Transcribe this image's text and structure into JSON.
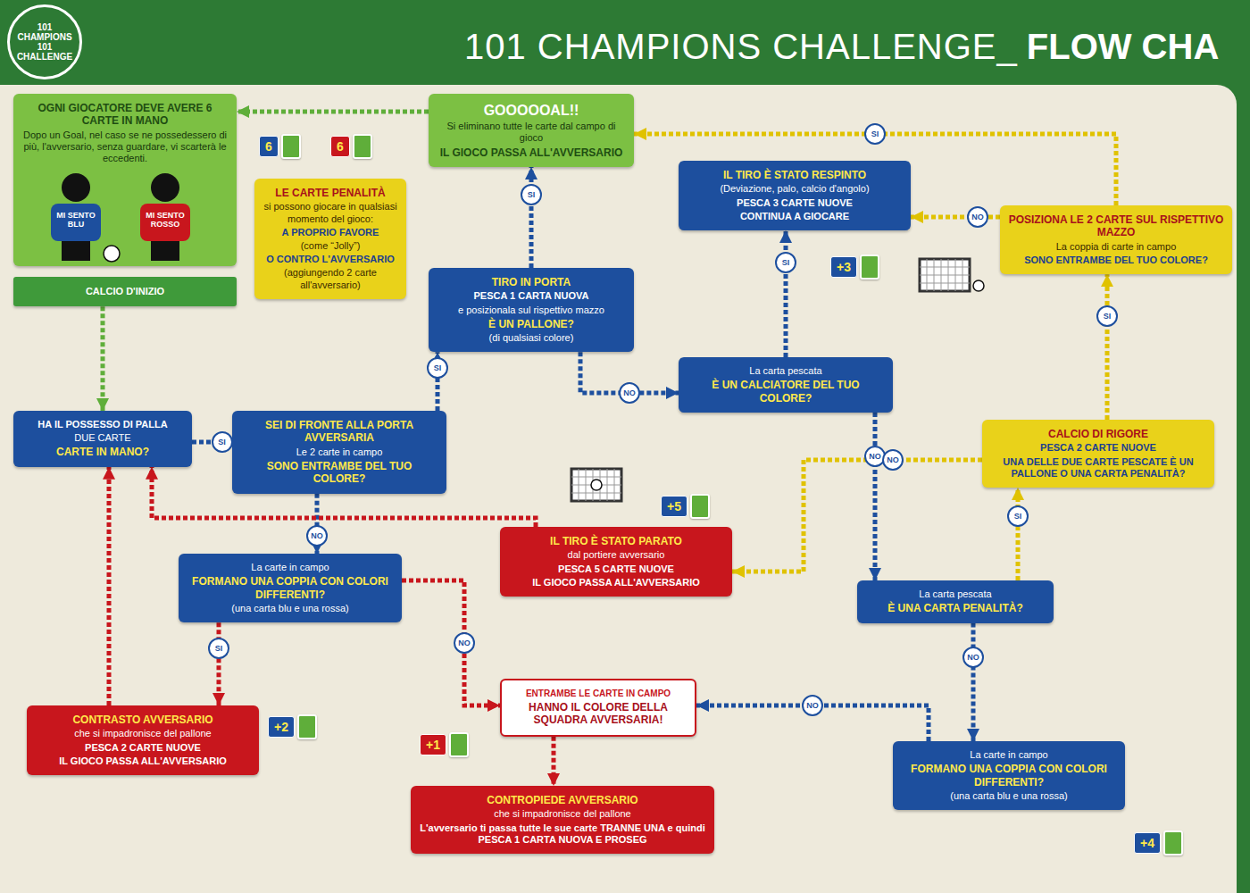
{
  "diagram": {
    "title": "101 CHAMPIONS CHALLENGE_",
    "nodes": [
      {
        "text": [
          "OGNI GIOCATORE DEVE AVERE 6 CARTE IN MANO",
          "Dopo un Goal, nel caso se ne possedessero di più, l'avversario, senza guardare, vi scarterà le eccedenti."
        ]
      },
      {
        "text": [
          "CALCIO D'INIZIO"
        ]
      },
      {
        "text": [
          "LE CARTE PENALITÀ",
          "si possono giocare in qualsiasi momento del gioco:",
          "A PROPRIO FAVORE",
          "(come “Jolly”)",
          "O CONTRO L'AVVERSARIO",
          "(aggiungendo 2 carte all'avversario)"
        ]
      },
      {
        "text": [
          "GOOOOOAL!!",
          "Si eliminano tutte le carte dal campo di gioco",
          "IL GIOCO PASSA ALL'AVVERSARIO"
        ]
      },
      {
        "text": [
          "HA IL POSSESSO DI PALLA",
          "DUE CARTE",
          "CARTE IN MANO?"
        ]
      },
      {
        "text": [
          "TIRO IN PORTA",
          "PESCA 1 CARTA NUOVA",
          "e posizionala sul rispettivo mazzo",
          "È UN PALLONE?",
          "(di qualsiasi colore)"
        ]
      },
      {
        "text": [
          "SEI DI FRONTE ALLA PORTA AVVERSARIA",
          "Le 2 carte in campo",
          "SONO ENTRAMBE DEL TUO COLORE?"
        ]
      },
      {
        "text": [
          "La carte in campo",
          "FORMANO UNA COPPIA CON COLORI DIFFERENTI?",
          "(una carta blu e una rossa)"
        ]
      },
      {
        "text": [
          "CONTRASTO AVVERSARIO",
          "che si impadronisce del pallone",
          "PESCA 2 CARTE NUOVE",
          "IL GIOCO PASSA ALL'AVVERSARIO"
        ]
      },
      {
        "text": [
          "IL TIRO È STATO RESPINTO",
          "(Deviazione, palo, calcio d'angolo)",
          "PESCA 3 CARTE NUOVE",
          "CONTINUA A GIOCARE"
        ]
      },
      {
        "text": [
          "POSIZIONA LE 2 CARTE SUL RISPETTIVO MAZZO",
          "La coppia di carte in campo",
          "SONO ENTRAMBE DEL TUO COLORE?"
        ]
      },
      {
        "text": [
          "La carta pescata",
          "È UN CALCIATORE DEL TUO COLORE?"
        ]
      },
      {
        "text": [
          "CALCIO DI RIGORE",
          "PESCA 2 CARTE NUOVE",
          "UNA DELLE DUE CARTE PESCATE È UN PALLONE O UNA CARTA PENALITÀ?"
        ]
      },
      {
        "text": [
          "IL TIRO È STATO PARATO",
          "dal portiere avversario",
          "PESCA 5 CARTE NUOVE",
          "IL GIOCO PASSA ALL'AVVERSARIO"
        ]
      },
      {
        "text": [
          "La carta pescata",
          "È UNA CARTA PENALITÀ?"
        ]
      },
      {
        "text": [
          "ENTRAMBE LE CARTE IN CAMPO",
          "HANNO IL COLORE DELLA SQUADRA AVVERSARIA!"
        ]
      },
      {
        "text": [
          "La carte in campo",
          "FORMANO UNA COPPIA CON COLORI DIFFERENTI?",
          "(una carta blu e una rossa)"
        ]
      },
      {
        "text": [
          "CONTROPIEDE AVVERSARIO",
          "che si impadronisce del pallone",
          "L'avversario ti passa tutte le sue carte TRANNE UNA e quindi PESCA 1 CARTA NUOVA E PROSEG"
        ]
      }
    ],
    "edges": [
      {
        "from": 1,
        "to": 4,
        "arrow": "to"
      },
      {
        "from": 3,
        "to": 0,
        "arrow": "to"
      },
      {
        "from": 4,
        "to": 6,
        "label": "SI",
        "arrow": "to"
      },
      {
        "from": 6,
        "to": 5,
        "label": "SI",
        "arrow": "to"
      },
      {
        "from": 6,
        "to": 7,
        "label": "NO",
        "arrow": "to"
      },
      {
        "from": 5,
        "to": 3,
        "label": "SI",
        "arrow": "to"
      },
      {
        "from": 5,
        "to": 11,
        "label": "NO",
        "arrow": "to"
      },
      {
        "from": 7,
        "to": 8,
        "label": "SI",
        "arrow": "to"
      },
      {
        "from": 8,
        "to": 4,
        "arrow": "to"
      },
      {
        "from": 11,
        "to": 9,
        "label": "SI",
        "arrow": "to"
      },
      {
        "from": 11,
        "to": 14,
        "label": "NO",
        "arrow": "to"
      },
      {
        "from": 14,
        "to": 12,
        "label": "SI",
        "arrow": "to"
      },
      {
        "from": 14,
        "to": 16,
        "label": "NO",
        "arrow": "to"
      },
      {
        "from": 12,
        "to": 10,
        "label": "SI",
        "arrow": "to"
      },
      {
        "from": 10,
        "to": 3,
        "label": "SI",
        "arrow": "to"
      },
      {
        "from": 10,
        "to": 9,
        "label": "NO",
        "arrow": "to"
      },
      {
        "from": 12,
        "to": 13,
        "label": "NO",
        "arrow": "to"
      },
      {
        "from": 13,
        "to": 4,
        "arrow": "to"
      },
      {
        "from": 16,
        "to": 15,
        "label": "NO",
        "arrow": "to"
      },
      {
        "from": 15,
        "to": 17,
        "arrow": "to"
      },
      {
        "from": 7,
        "to": 15,
        "label": "NO",
        "arrow": "to"
      }
    ],
    "labels": [
      "101 CHAMPIONS 101 CHALLENGE",
      "FLOW CHA",
      "MI SENTO BLU",
      "MI SENTO ROSSO",
      "6",
      "6",
      "+3",
      "+5",
      "+2",
      "+1",
      "+4"
    ]
  }
}
